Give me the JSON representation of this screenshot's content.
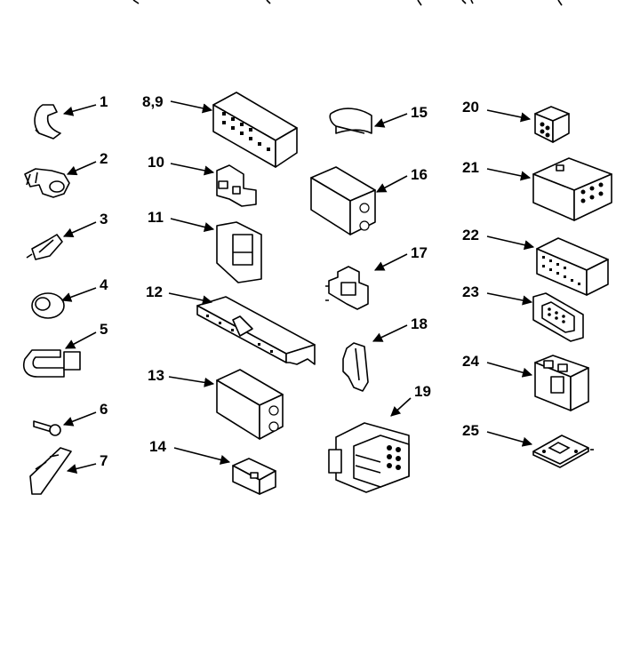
{
  "callouts": {
    "c1": "1",
    "c2": "2",
    "c3": "3",
    "c4": "4",
    "c5": "5",
    "c6": "6",
    "c7": "7",
    "c89": "8,9",
    "c10": "10",
    "c11": "11",
    "c12": "12",
    "c13": "13",
    "c14": "14",
    "c15": "15",
    "c16": "16",
    "c17": "17",
    "c18": "18",
    "c19": "19",
    "c20": "20",
    "c21": "21",
    "c22": "22",
    "c23": "23",
    "c24": "24",
    "c25": "25"
  }
}
